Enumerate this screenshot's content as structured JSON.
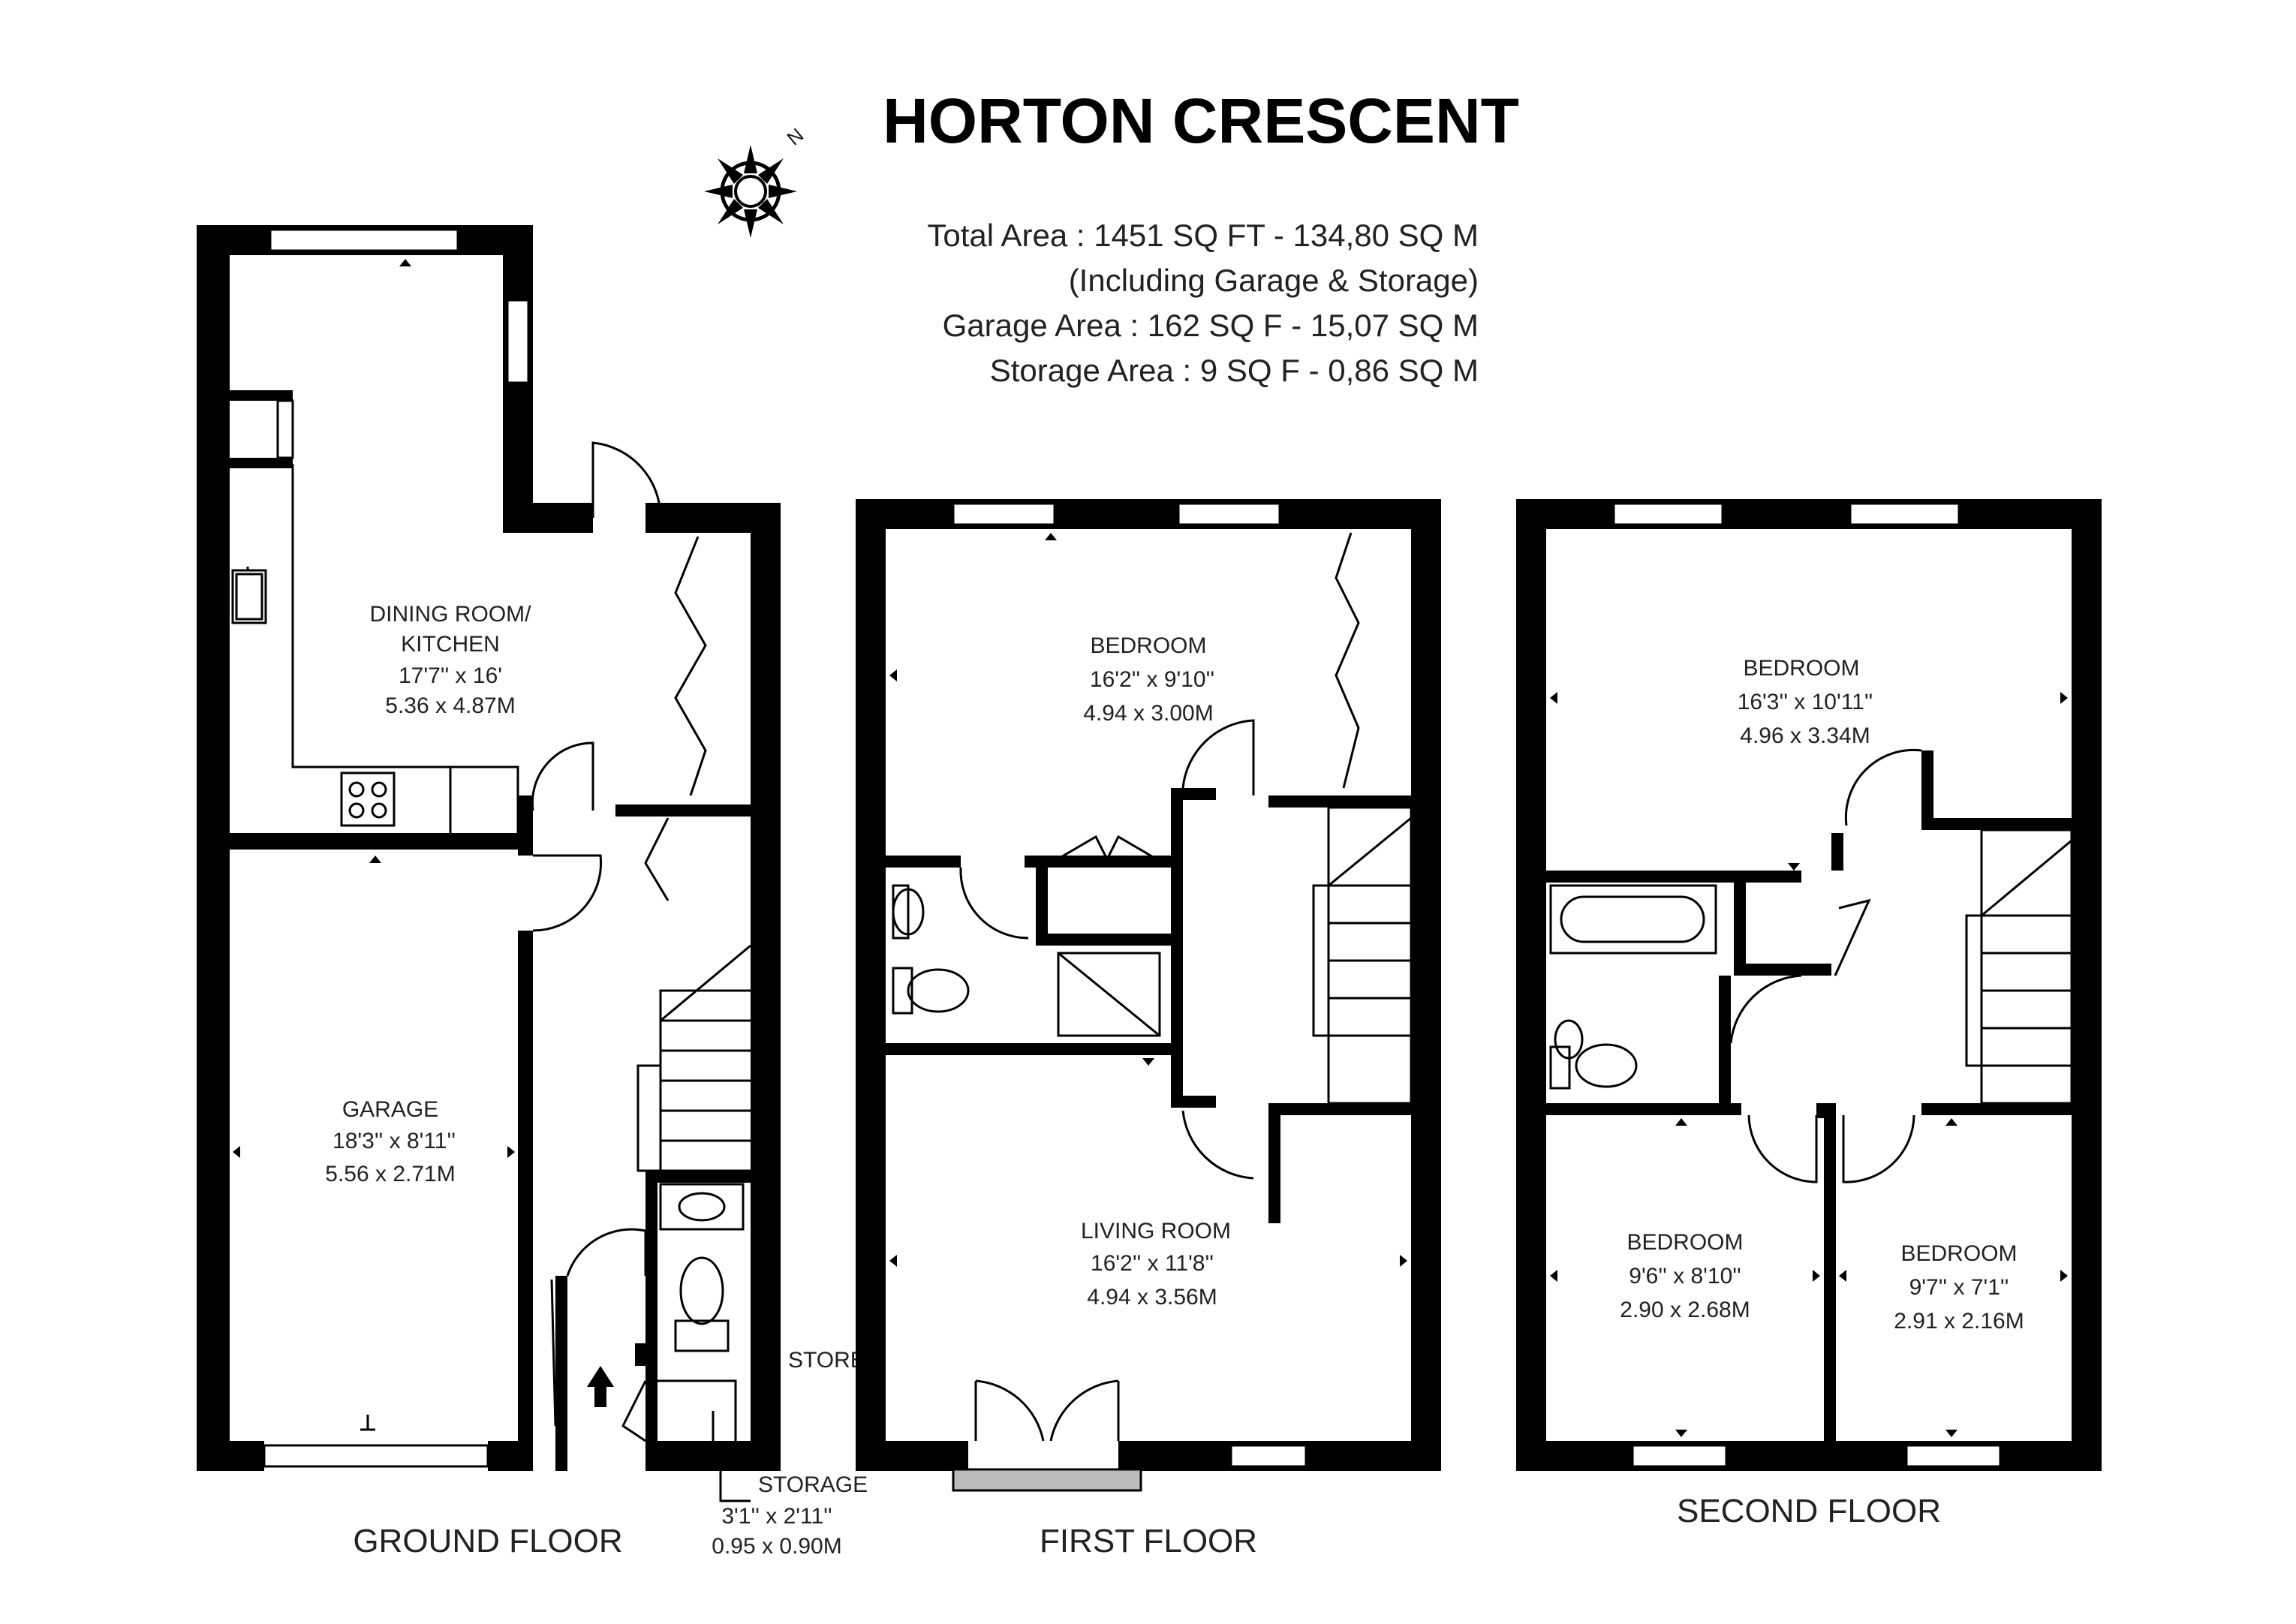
{
  "title": "HORTON CRESCENT",
  "compass": {
    "icon": "compass-rose-icon",
    "north_label": "N"
  },
  "summary": [
    "Total Area : 1451 SQ FT -  134,80 SQ M",
    "(Including Garage & Storage)",
    "Garage Area : 162 SQ F  -  15,07 SQ M",
    "Storage Area :   9  SQ F -  0,86  SQ M"
  ],
  "floors": {
    "ground": {
      "label": "GROUND FLOOR",
      "rooms": {
        "dining": {
          "name1": "DINING ROOM/",
          "name2": "KITCHEN",
          "imperial": "17'7'' x 16'",
          "metric": "5.36 x 4.87M"
        },
        "garage": {
          "name": "GARAGE",
          "imperial": "18'3'' x 8'11''",
          "metric": "5.56 x 2.71M"
        },
        "store": {
          "name": "STORE"
        },
        "storage": {
          "name": "STORAGE",
          "imperial": "3'1'' x 2'11''",
          "metric": "0.95 x 0.90M"
        }
      }
    },
    "first": {
      "label": "FIRST FLOOR",
      "rooms": {
        "bedroom": {
          "name": "BEDROOM",
          "imperial": "16'2'' x 9'10''",
          "metric": "4.94 x 3.00M"
        },
        "living": {
          "name": "LIVING ROOM",
          "imperial": "16'2'' x 11'8''",
          "metric": "4.94 x 3.56M"
        }
      }
    },
    "second": {
      "label": "SECOND FLOOR",
      "rooms": {
        "bedroom_top": {
          "name": "BEDROOM",
          "imperial": "16'3'' x 10'11''",
          "metric": "4.96 x 3.34M"
        },
        "bedroom_left": {
          "name": "BEDROOM",
          "imperial": "9'6'' x 8'10''",
          "metric": "2.90 x 2.68M"
        },
        "bedroom_right": {
          "name": "BEDROOM",
          "imperial": "9'7'' x 7'1''",
          "metric": "2.91 x 2.16M"
        }
      }
    }
  }
}
